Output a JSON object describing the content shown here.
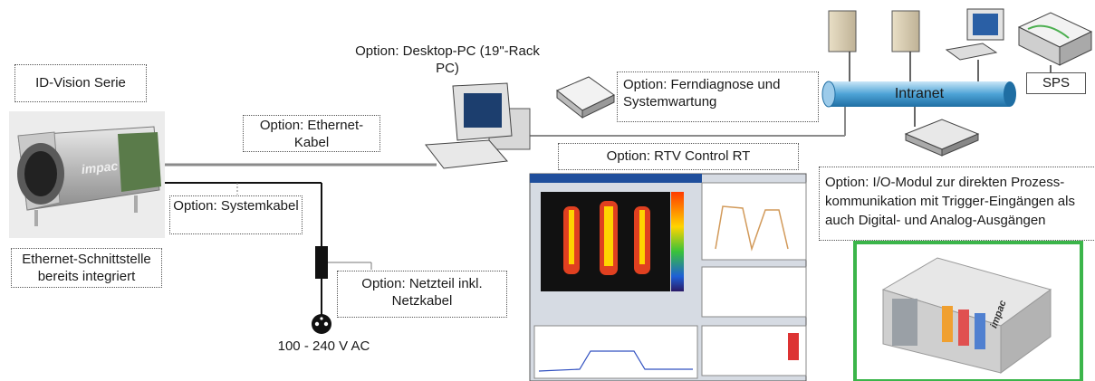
{
  "labels": {
    "id_vision": "ID-Vision Serie",
    "ethernet_interface": "Ethernet-Schnittstelle bereits integriert",
    "ethernet_cable": "Option: Ethernet-Kabel",
    "system_cable": "Option: Systemkabel",
    "power_supply": "Option: Netzteil inkl. Netzkabel",
    "voltage": "100 - 240 V AC",
    "desktop_pc": "Option: Desktop-PC (19\"-Rack PC)",
    "remote_diag": "Option: Ferndiagnose und Systemwartung",
    "rtv_control": "Option: RTV Control RT",
    "intranet": "Intranet",
    "sps": "SPS",
    "io_module": "Option:  I/O-Modul zur direkten Prozess-kommunikation mit Trigger-Eingängen als auch Digital- und Analog-Ausgängen"
  },
  "camera_brand": "impac",
  "io_brand": "impac",
  "colors": {
    "accent_green": "#3bb54a",
    "intranet_blue": "#4da3d6",
    "cable": "#8a8a8a"
  }
}
